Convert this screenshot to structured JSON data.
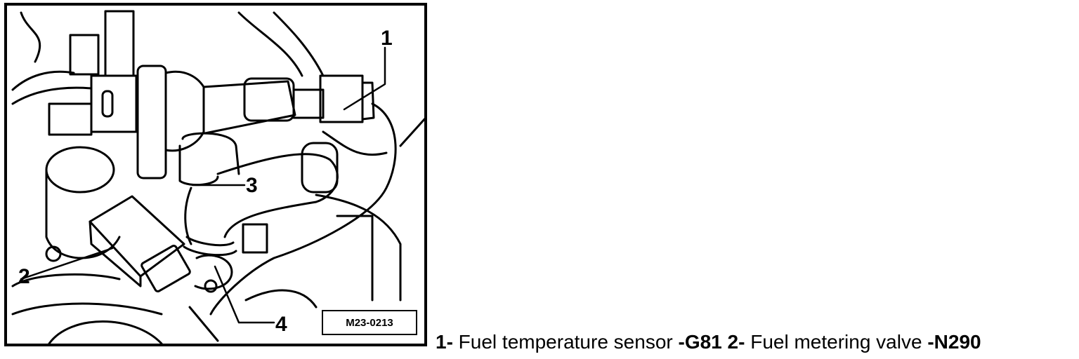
{
  "figure": {
    "code": "M23-0213",
    "callouts": [
      {
        "num": "1"
      },
      {
        "num": "2"
      },
      {
        "num": "3"
      },
      {
        "num": "4"
      }
    ]
  },
  "legend": {
    "items": [
      {
        "num": "1-",
        "text": " Fuel temperature sensor ",
        "code": "-G81"
      },
      {
        "num": " 2-",
        "text": " Fuel metering valve ",
        "code": "-N290"
      }
    ]
  }
}
